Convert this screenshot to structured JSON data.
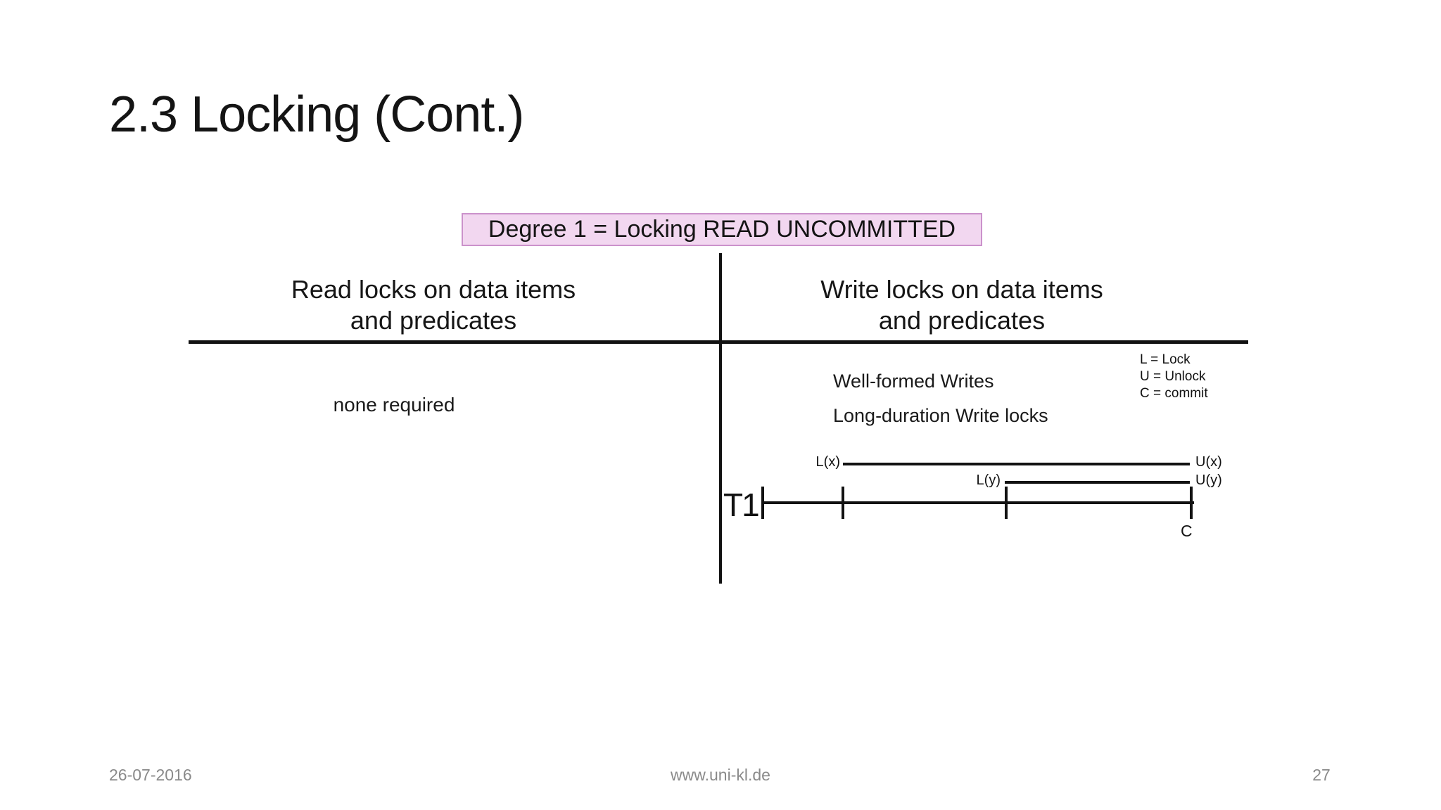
{
  "slide": {
    "title": "2.3 Locking (Cont.)",
    "banner": {
      "text": "Degree 1 = Locking READ UNCOMMITTED",
      "bg_color": "#f2d7f0",
      "border_color": "#cb92cb"
    },
    "table": {
      "columns": [
        {
          "header": "Read locks on data items\nand predicates",
          "body": "none required"
        },
        {
          "header": "Write locks on data items\nand predicates",
          "body_lines": [
            "Well-formed Writes",
            "Long-duration Write locks"
          ]
        }
      ]
    },
    "legend": [
      "L = Lock",
      "U = Unlock",
      "C = commit"
    ],
    "diagram": {
      "transaction_label": "T1",
      "lock_x_label": "L(x)",
      "unlock_x_label": "U(x)",
      "lock_y_label": "L(y)",
      "unlock_y_label": "U(y)",
      "commit_label": "C"
    },
    "footer": {
      "date": "26-07-2016",
      "website": "www.uni-kl.de",
      "page_number": "27"
    }
  }
}
